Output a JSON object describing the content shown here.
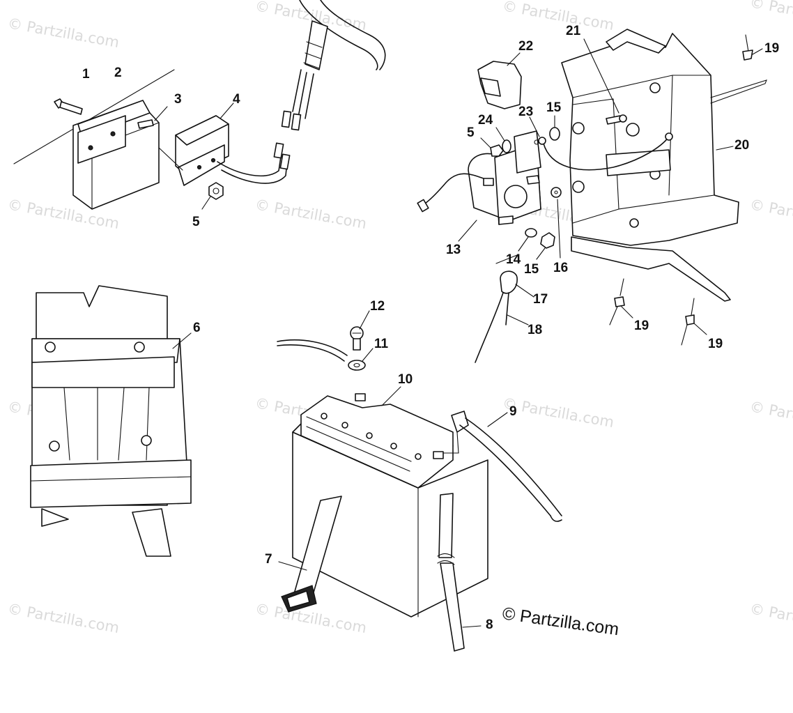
{
  "watermark_text": "© Partzilla.com",
  "copyright_text": "© Partzilla.com",
  "callouts": {
    "c1": "1",
    "c2": "2",
    "c3": "3",
    "c4": "4",
    "c5a": "5",
    "c6": "6",
    "c7": "7",
    "c8": "8",
    "c9": "9",
    "c10": "10",
    "c11": "11",
    "c12": "12",
    "c13": "13",
    "c14": "14",
    "c15a": "15",
    "c15b": "15",
    "c16": "16",
    "c17": "17",
    "c18": "18",
    "c19a": "19",
    "c19b": "19",
    "c19c": "19",
    "c20": "20",
    "c21": "21",
    "c22": "22",
    "c23": "23",
    "c24": "24",
    "c5b": "5"
  }
}
